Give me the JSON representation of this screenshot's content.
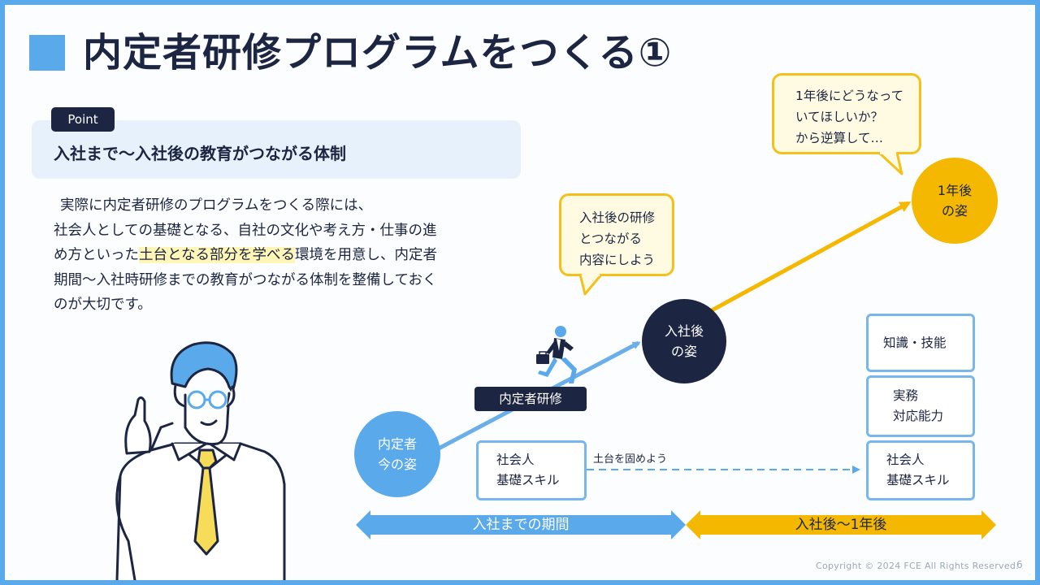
{
  "slide": {
    "title": "内定者研修プログラムをつくる①",
    "page_number": "6",
    "copyright": "Copyright © 2024 FCE All Rights Reserved."
  },
  "point": {
    "tag": "Point",
    "heading": "入社まで〜入社後の教育がつながる体制"
  },
  "body": {
    "line1": "実際に内定者研修のプログラムをつくる際には、",
    "line2": "社会人としての基礎となる、自社の文化や考え方・仕事の進",
    "line3_a": "め方といった",
    "line3_highlight": "土台となる部分を学べる",
    "line3_b": "環境を用意し、内定者",
    "line4": "期間〜入社時研修までの教育がつながる体制を整備しておく",
    "line5": "のが大切です。"
  },
  "bubbles": {
    "goal": [
      "1年後にどうなって",
      "いてほしいか？",
      "から逆算して…"
    ],
    "link": [
      "入社後の研修",
      "とつながる",
      "内容にしよう"
    ]
  },
  "circles": {
    "current": [
      "内定者",
      "今の姿"
    ],
    "after_joining": [
      "入社後",
      "の姿"
    ],
    "one_year": [
      "1年後",
      "の姿"
    ]
  },
  "training_label": "内定者研修",
  "boxes": {
    "basic_skill_left": [
      "社会人",
      "基礎スキル"
    ],
    "knowledge": [
      "知識・技能"
    ],
    "practical": [
      "実務",
      "対応能力"
    ],
    "basic_skill_right": [
      "社会人",
      "基礎スキル"
    ]
  },
  "foundation_label": "土台を固めよう",
  "timeline": {
    "before": "入社までの期間",
    "after": "入社後〜1年後"
  },
  "colors": {
    "navy": "#1c2541",
    "blue": "#5aa9ea",
    "yellow": "#f5b800",
    "bubble_fill": "#fffbe3"
  }
}
